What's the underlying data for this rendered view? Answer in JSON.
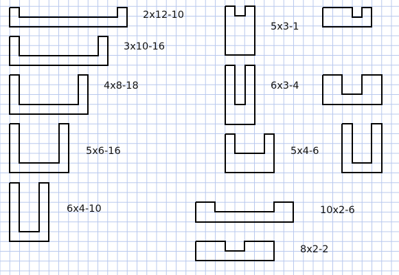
{
  "colors": {
    "background": "#ffffff",
    "grid": "#b8c8ee",
    "outline": "#000000",
    "label": "#111111"
  },
  "pieces": [
    {
      "id": "2x12-10",
      "label": "2x12-10"
    },
    {
      "id": "3x10-16",
      "label": "3x10-16"
    },
    {
      "id": "4x8-18",
      "label": "4x8-18"
    },
    {
      "id": "5x6-16",
      "label": "5x6-16"
    },
    {
      "id": "6x4-10",
      "label": "6x4-10"
    },
    {
      "id": "5x3-1",
      "label": "5x3-1"
    },
    {
      "id": "6x3-4",
      "label": "6x3-4"
    },
    {
      "id": "5x4-6",
      "label": "5x4-6"
    },
    {
      "id": "10x2-6",
      "label": "10x2-6"
    },
    {
      "id": "8x2-2",
      "label": "8x2-2"
    }
  ]
}
